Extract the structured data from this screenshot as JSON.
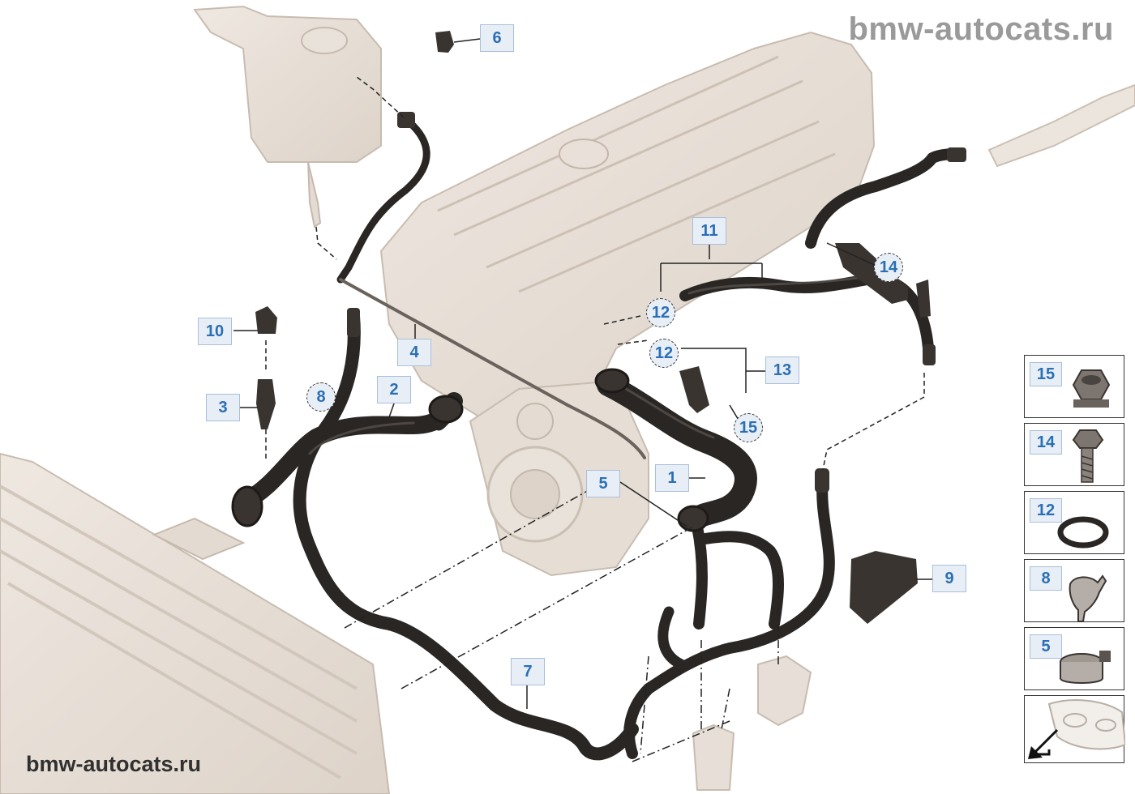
{
  "watermark": {
    "top": "bmw-autocats.ru",
    "bottom": "bmw-autocats.ru"
  },
  "callouts": {
    "c1": "1",
    "c2": "2",
    "c3": "3",
    "c4": "4",
    "c5": "5",
    "c6": "6",
    "c7": "7",
    "c8": "8",
    "c9": "9",
    "c10": "10",
    "c11": "11",
    "c12a": "12",
    "c12b": "12",
    "c13": "13",
    "c14": "14",
    "c15": "15"
  },
  "legend": [
    {
      "label": "15",
      "icon": "hex-nut-icon"
    },
    {
      "label": "14",
      "icon": "bolt-icon"
    },
    {
      "label": "12",
      "icon": "o-ring-icon"
    },
    {
      "label": "8",
      "icon": "clip-icon"
    },
    {
      "label": "5",
      "icon": "hose-clamp-icon"
    },
    {
      "label": "",
      "icon": "vehicle-front-arrow-icon"
    }
  ],
  "colors": {
    "hose": "#2a2624",
    "hose_highlight": "#6a625c",
    "ghost_part": "#e7dfd7",
    "ghost_edge": "#c9bdb1",
    "callout_text": "#2a6fb5",
    "callout_bg": "#e8eef6"
  }
}
